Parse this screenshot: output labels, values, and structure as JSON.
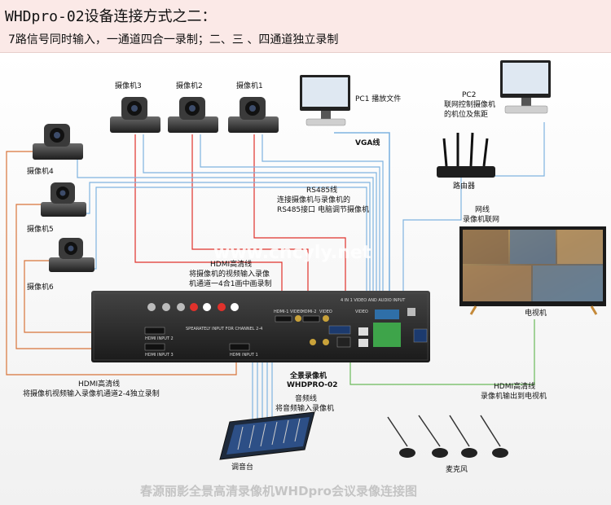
{
  "header": {
    "title": "WHDpro-02设备连接方式之二：",
    "subtitle": "7路信号同时输入，一通道四合一录制；二、三 、四通道独立录制"
  },
  "devices": {
    "cam1": "摄像机1",
    "cam2": "摄像机2",
    "cam3": "摄像机3",
    "cam4": "摄像机4",
    "cam5": "摄像机5",
    "cam6": "摄像机6",
    "pc1": "PC1 播放文件",
    "pc2": [
      "PC2",
      "联网控制摄像机",
      "的机位及焦距"
    ],
    "router": "路由器",
    "tv": "电视机",
    "recorder": [
      "全景录像机",
      "WHDPRO-02"
    ],
    "mixer": "调音台",
    "mic": "麦克风"
  },
  "cables": {
    "vga": "VGA线",
    "rs485": [
      "RS485线",
      "连接摄像机与录像机的",
      "RS485接口 电脑调节摄像机"
    ],
    "hdmi_main": [
      "HDMI高清线",
      "将摄像机的视频输入录像",
      "机通道一4合1画中画录制"
    ],
    "hdmi_ch24": [
      "HDMI高清线",
      "将摄像机视频输入录像机通道2-4独立录制"
    ],
    "network": [
      "网线",
      "录像机联网"
    ],
    "hdmi_tv": [
      "HDMI高清线",
      "录像机输出到电视机"
    ],
    "audio": [
      "音频线",
      "将音频输入录像机"
    ]
  },
  "recorder_panel": {
    "channel_label": "SPEARATELY INPUT FOR CHANNEL 2-4",
    "inputs": [
      "HDMI INPUT 2",
      "HDMI INPUT 3",
      "HDMI INPUT 1"
    ],
    "main_label": "4 IN 1 VIDEO AND AUDIO INPUT",
    "ports_top": [
      "HDMI-1",
      "VIDEO",
      "HDMI-2",
      "VIDEO",
      "VIDEO"
    ]
  },
  "watermark": "www.cncyly.net",
  "footer": "春源丽影全景高清录像机WHDpro会议录像连接图",
  "colors": {
    "header_bg": "#fbe9e7",
    "red_line": "#e0312b",
    "orange_line": "#d8743a",
    "blue_line": "#7fb3e0",
    "green_line": "#6aba5a",
    "recorder": "#2b2b2b"
  }
}
